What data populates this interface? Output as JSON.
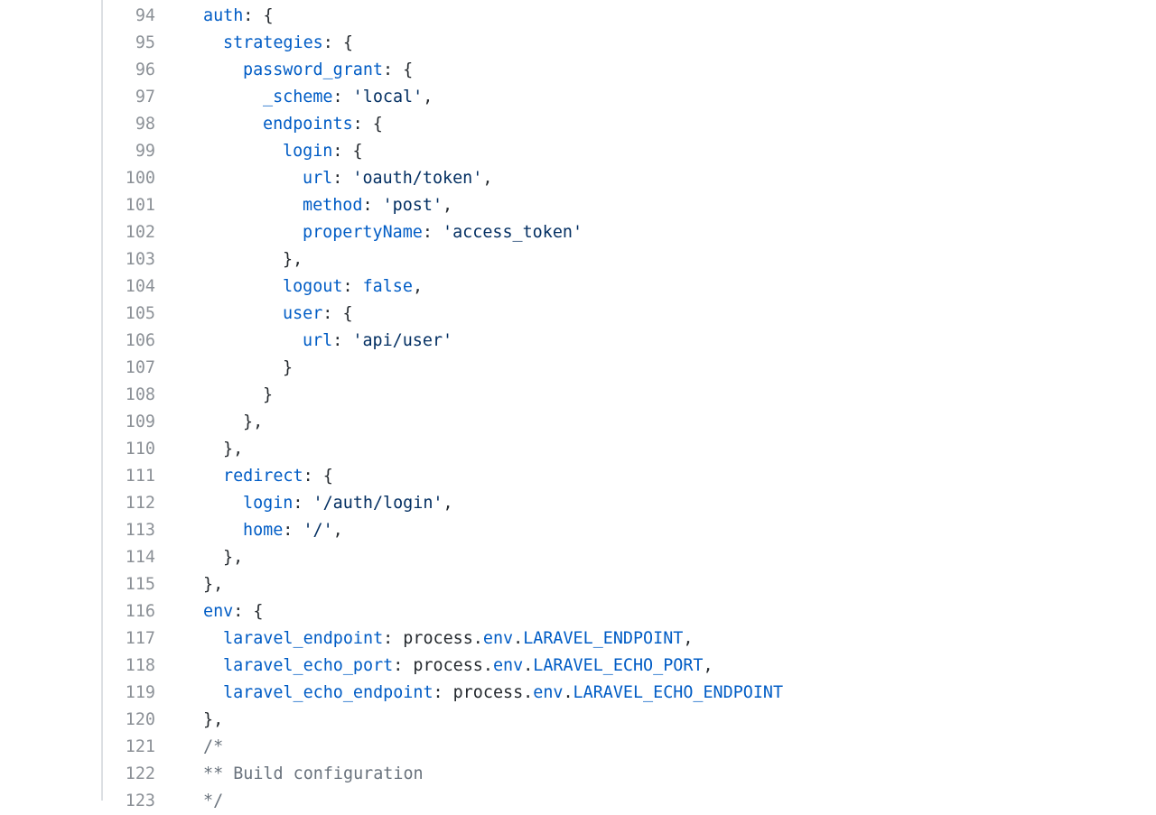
{
  "code": {
    "lines": [
      {
        "number": "94",
        "indent": 0,
        "tokens": [
          {
            "t": "auth",
            "c": "key"
          },
          {
            "t": ": {",
            "c": "punct"
          }
        ]
      },
      {
        "number": "95",
        "indent": 1,
        "tokens": [
          {
            "t": "strategies",
            "c": "key"
          },
          {
            "t": ": {",
            "c": "punct"
          }
        ]
      },
      {
        "number": "96",
        "indent": 2,
        "tokens": [
          {
            "t": "password_grant",
            "c": "key"
          },
          {
            "t": ": {",
            "c": "punct"
          }
        ]
      },
      {
        "number": "97",
        "indent": 3,
        "tokens": [
          {
            "t": "_scheme",
            "c": "key"
          },
          {
            "t": ": ",
            "c": "punct"
          },
          {
            "t": "'local'",
            "c": "str"
          },
          {
            "t": ",",
            "c": "punct"
          }
        ]
      },
      {
        "number": "98",
        "indent": 3,
        "tokens": [
          {
            "t": "endpoints",
            "c": "key"
          },
          {
            "t": ": {",
            "c": "punct"
          }
        ]
      },
      {
        "number": "99",
        "indent": 4,
        "tokens": [
          {
            "t": "login",
            "c": "key"
          },
          {
            "t": ": {",
            "c": "punct"
          }
        ]
      },
      {
        "number": "100",
        "indent": 5,
        "tokens": [
          {
            "t": "url",
            "c": "key"
          },
          {
            "t": ": ",
            "c": "punct"
          },
          {
            "t": "'oauth/token'",
            "c": "str"
          },
          {
            "t": ",",
            "c": "punct"
          }
        ]
      },
      {
        "number": "101",
        "indent": 5,
        "tokens": [
          {
            "t": "method",
            "c": "key"
          },
          {
            "t": ": ",
            "c": "punct"
          },
          {
            "t": "'post'",
            "c": "str"
          },
          {
            "t": ",",
            "c": "punct"
          }
        ]
      },
      {
        "number": "102",
        "indent": 5,
        "tokens": [
          {
            "t": "propertyName",
            "c": "key"
          },
          {
            "t": ": ",
            "c": "punct"
          },
          {
            "t": "'access_token'",
            "c": "str"
          }
        ]
      },
      {
        "number": "103",
        "indent": 4,
        "tokens": [
          {
            "t": "},",
            "c": "punct"
          }
        ]
      },
      {
        "number": "104",
        "indent": 4,
        "tokens": [
          {
            "t": "logout",
            "c": "key"
          },
          {
            "t": ": ",
            "c": "punct"
          },
          {
            "t": "false",
            "c": "kw"
          },
          {
            "t": ",",
            "c": "punct"
          }
        ]
      },
      {
        "number": "105",
        "indent": 4,
        "tokens": [
          {
            "t": "user",
            "c": "key"
          },
          {
            "t": ": {",
            "c": "punct"
          }
        ]
      },
      {
        "number": "106",
        "indent": 5,
        "tokens": [
          {
            "t": "url",
            "c": "key"
          },
          {
            "t": ": ",
            "c": "punct"
          },
          {
            "t": "'api/user'",
            "c": "str"
          }
        ]
      },
      {
        "number": "107",
        "indent": 4,
        "tokens": [
          {
            "t": "}",
            "c": "punct"
          }
        ]
      },
      {
        "number": "108",
        "indent": 3,
        "tokens": [
          {
            "t": "}",
            "c": "punct"
          }
        ]
      },
      {
        "number": "109",
        "indent": 2,
        "tokens": [
          {
            "t": "},",
            "c": "punct"
          }
        ]
      },
      {
        "number": "110",
        "indent": 1,
        "tokens": [
          {
            "t": "},",
            "c": "punct"
          }
        ]
      },
      {
        "number": "111",
        "indent": 1,
        "tokens": [
          {
            "t": "redirect",
            "c": "key"
          },
          {
            "t": ": {",
            "c": "punct"
          }
        ]
      },
      {
        "number": "112",
        "indent": 2,
        "tokens": [
          {
            "t": "login",
            "c": "key"
          },
          {
            "t": ": ",
            "c": "punct"
          },
          {
            "t": "'/auth/login'",
            "c": "str"
          },
          {
            "t": ",",
            "c": "punct"
          }
        ]
      },
      {
        "number": "113",
        "indent": 2,
        "tokens": [
          {
            "t": "home",
            "c": "key"
          },
          {
            "t": ": ",
            "c": "punct"
          },
          {
            "t": "'/'",
            "c": "str"
          },
          {
            "t": ",",
            "c": "punct"
          }
        ]
      },
      {
        "number": "114",
        "indent": 1,
        "tokens": [
          {
            "t": "},",
            "c": "punct"
          }
        ]
      },
      {
        "number": "115",
        "indent": 0,
        "tokens": [
          {
            "t": "},",
            "c": "punct"
          }
        ]
      },
      {
        "number": "116",
        "indent": 0,
        "tokens": [
          {
            "t": "env",
            "c": "key"
          },
          {
            "t": ": {",
            "c": "punct"
          }
        ]
      },
      {
        "number": "117",
        "indent": 1,
        "tokens": [
          {
            "t": "laravel_endpoint",
            "c": "key"
          },
          {
            "t": ": process.",
            "c": "plain"
          },
          {
            "t": "env",
            "c": "prop"
          },
          {
            "t": ".",
            "c": "plain"
          },
          {
            "t": "LARAVEL_ENDPOINT",
            "c": "prop"
          },
          {
            "t": ",",
            "c": "punct"
          }
        ]
      },
      {
        "number": "118",
        "indent": 1,
        "tokens": [
          {
            "t": "laravel_echo_port",
            "c": "key"
          },
          {
            "t": ": process.",
            "c": "plain"
          },
          {
            "t": "env",
            "c": "prop"
          },
          {
            "t": ".",
            "c": "plain"
          },
          {
            "t": "LARAVEL_ECHO_PORT",
            "c": "prop"
          },
          {
            "t": ",",
            "c": "punct"
          }
        ]
      },
      {
        "number": "119",
        "indent": 1,
        "tokens": [
          {
            "t": "laravel_echo_endpoint",
            "c": "key"
          },
          {
            "t": ": process.",
            "c": "plain"
          },
          {
            "t": "env",
            "c": "prop"
          },
          {
            "t": ".",
            "c": "plain"
          },
          {
            "t": "LARAVEL_ECHO_ENDPOINT",
            "c": "prop"
          }
        ]
      },
      {
        "number": "120",
        "indent": 0,
        "tokens": [
          {
            "t": "},",
            "c": "punct"
          }
        ]
      },
      {
        "number": "121",
        "indent": 0,
        "tokens": [
          {
            "t": "/*",
            "c": "comment"
          }
        ]
      },
      {
        "number": "122",
        "indent": 0,
        "tokens": [
          {
            "t": "** Build configuration",
            "c": "comment"
          }
        ]
      },
      {
        "number": "123",
        "indent": 0,
        "tokens": [
          {
            "t": "*/",
            "c": "comment"
          }
        ]
      }
    ]
  },
  "colors": {
    "key": "#005cc5",
    "string": "#032f62",
    "comment": "#6a737d",
    "line_number": "#8c9197",
    "text": "#24292e"
  }
}
